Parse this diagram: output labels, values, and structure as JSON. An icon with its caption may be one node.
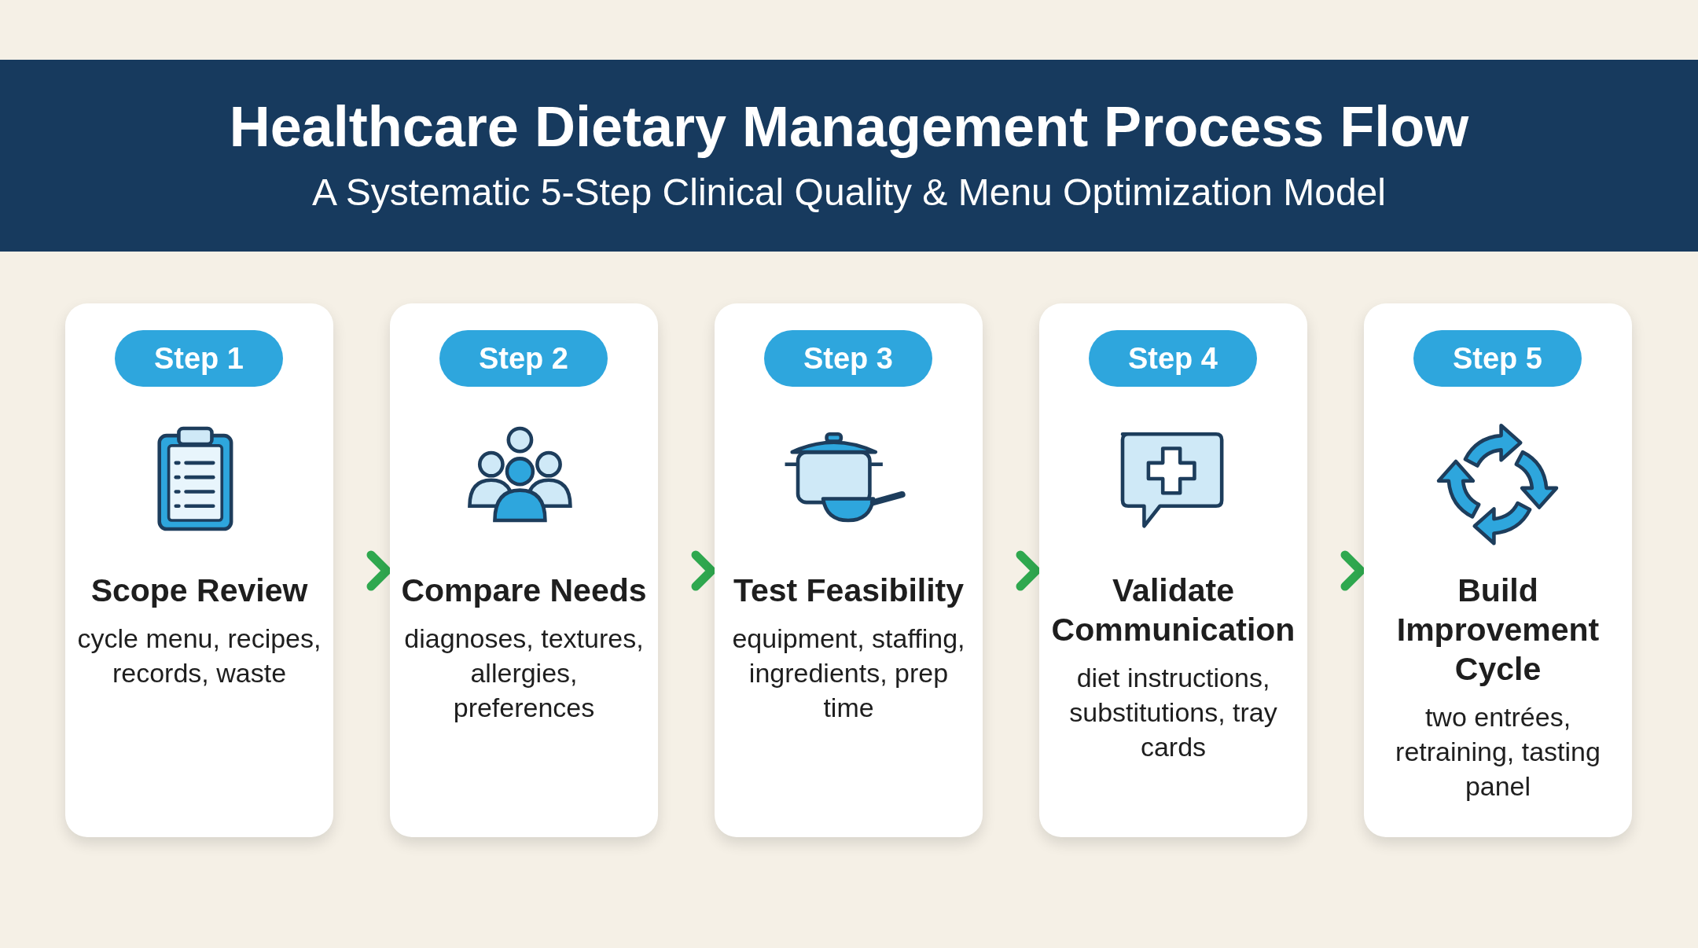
{
  "diagram": {
    "title": "Healthcare Dietary Management Process Flow",
    "nodes": [
      {
        "text": [
          "Step 1",
          "Scope Review",
          "cycle menu, recipes, records, waste"
        ]
      },
      {
        "text": [
          "Step 2",
          "Compare Needs",
          "diagnoses, textures, allergies, preferences"
        ]
      },
      {
        "text": [
          "Step 3",
          "Test Feasibility",
          "equipment, staffing, ingredients, prep time"
        ]
      },
      {
        "text": [
          "Step 4",
          "Validate Communication",
          "diet instructions, substitutions, tray cards"
        ]
      },
      {
        "text": [
          "Step 5",
          "Build Improvement Cycle",
          "two entrées, retraining, tasting panel"
        ]
      }
    ],
    "edges": [
      {
        "from": 0,
        "to": 1,
        "arrow": "to"
      },
      {
        "from": 1,
        "to": 2,
        "arrow": "to"
      },
      {
        "from": 2,
        "to": 3,
        "arrow": "to"
      },
      {
        "from": 3,
        "to": 4,
        "arrow": "to"
      }
    ],
    "labels": [
      "A Systematic 5-Step Clinical Quality & Menu Optimization Model"
    ]
  }
}
